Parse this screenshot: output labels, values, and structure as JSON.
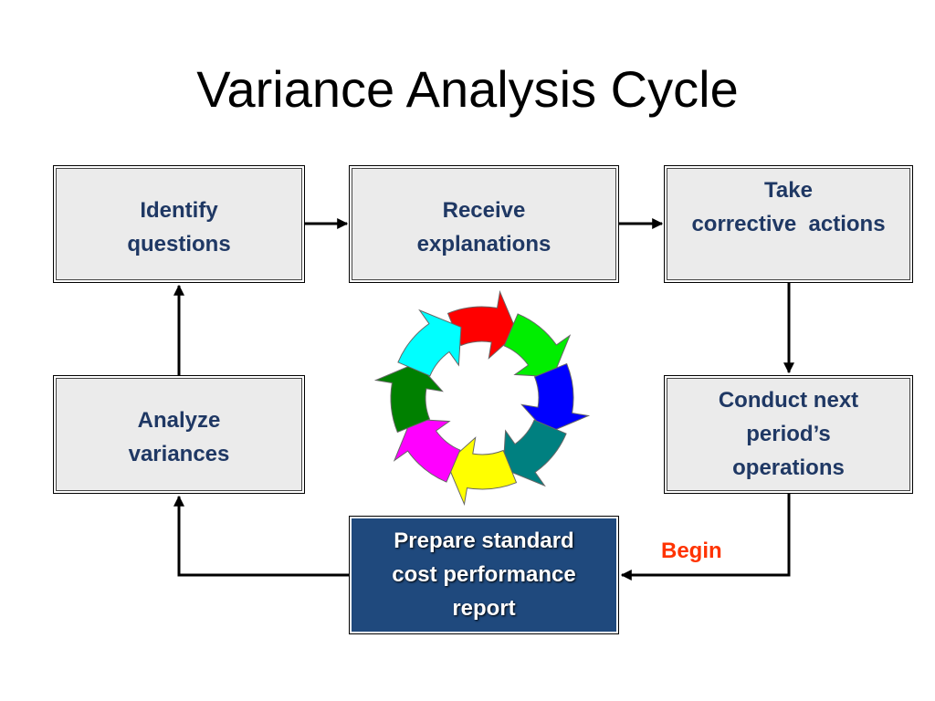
{
  "title": "Variance Analysis Cycle",
  "steps": {
    "identify": "Identify\nquestions",
    "receive": "Receive\nexplanations",
    "take_action": "Take\ncorrective  actions",
    "conduct": "Conduct next\nperiod’s\noperations",
    "prepare": "Prepare standard\ncost performance\nreport",
    "analyze": "Analyze\nvariances"
  },
  "begin_label": "Begin",
  "colors": {
    "box_fill": "#ebebeb",
    "box_text": "#1f3864",
    "prepare_fill": "#1f497d",
    "prepare_text": "#ffffff",
    "begin_text": "#ff3300",
    "cycle_arrows": [
      "#ff0000",
      "#00ee00",
      "#0000ff",
      "#008080",
      "#ffff00",
      "#ff00ff",
      "#008000",
      "#00ffff"
    ]
  },
  "icons": {
    "cycle": "circular-arrows-icon"
  }
}
